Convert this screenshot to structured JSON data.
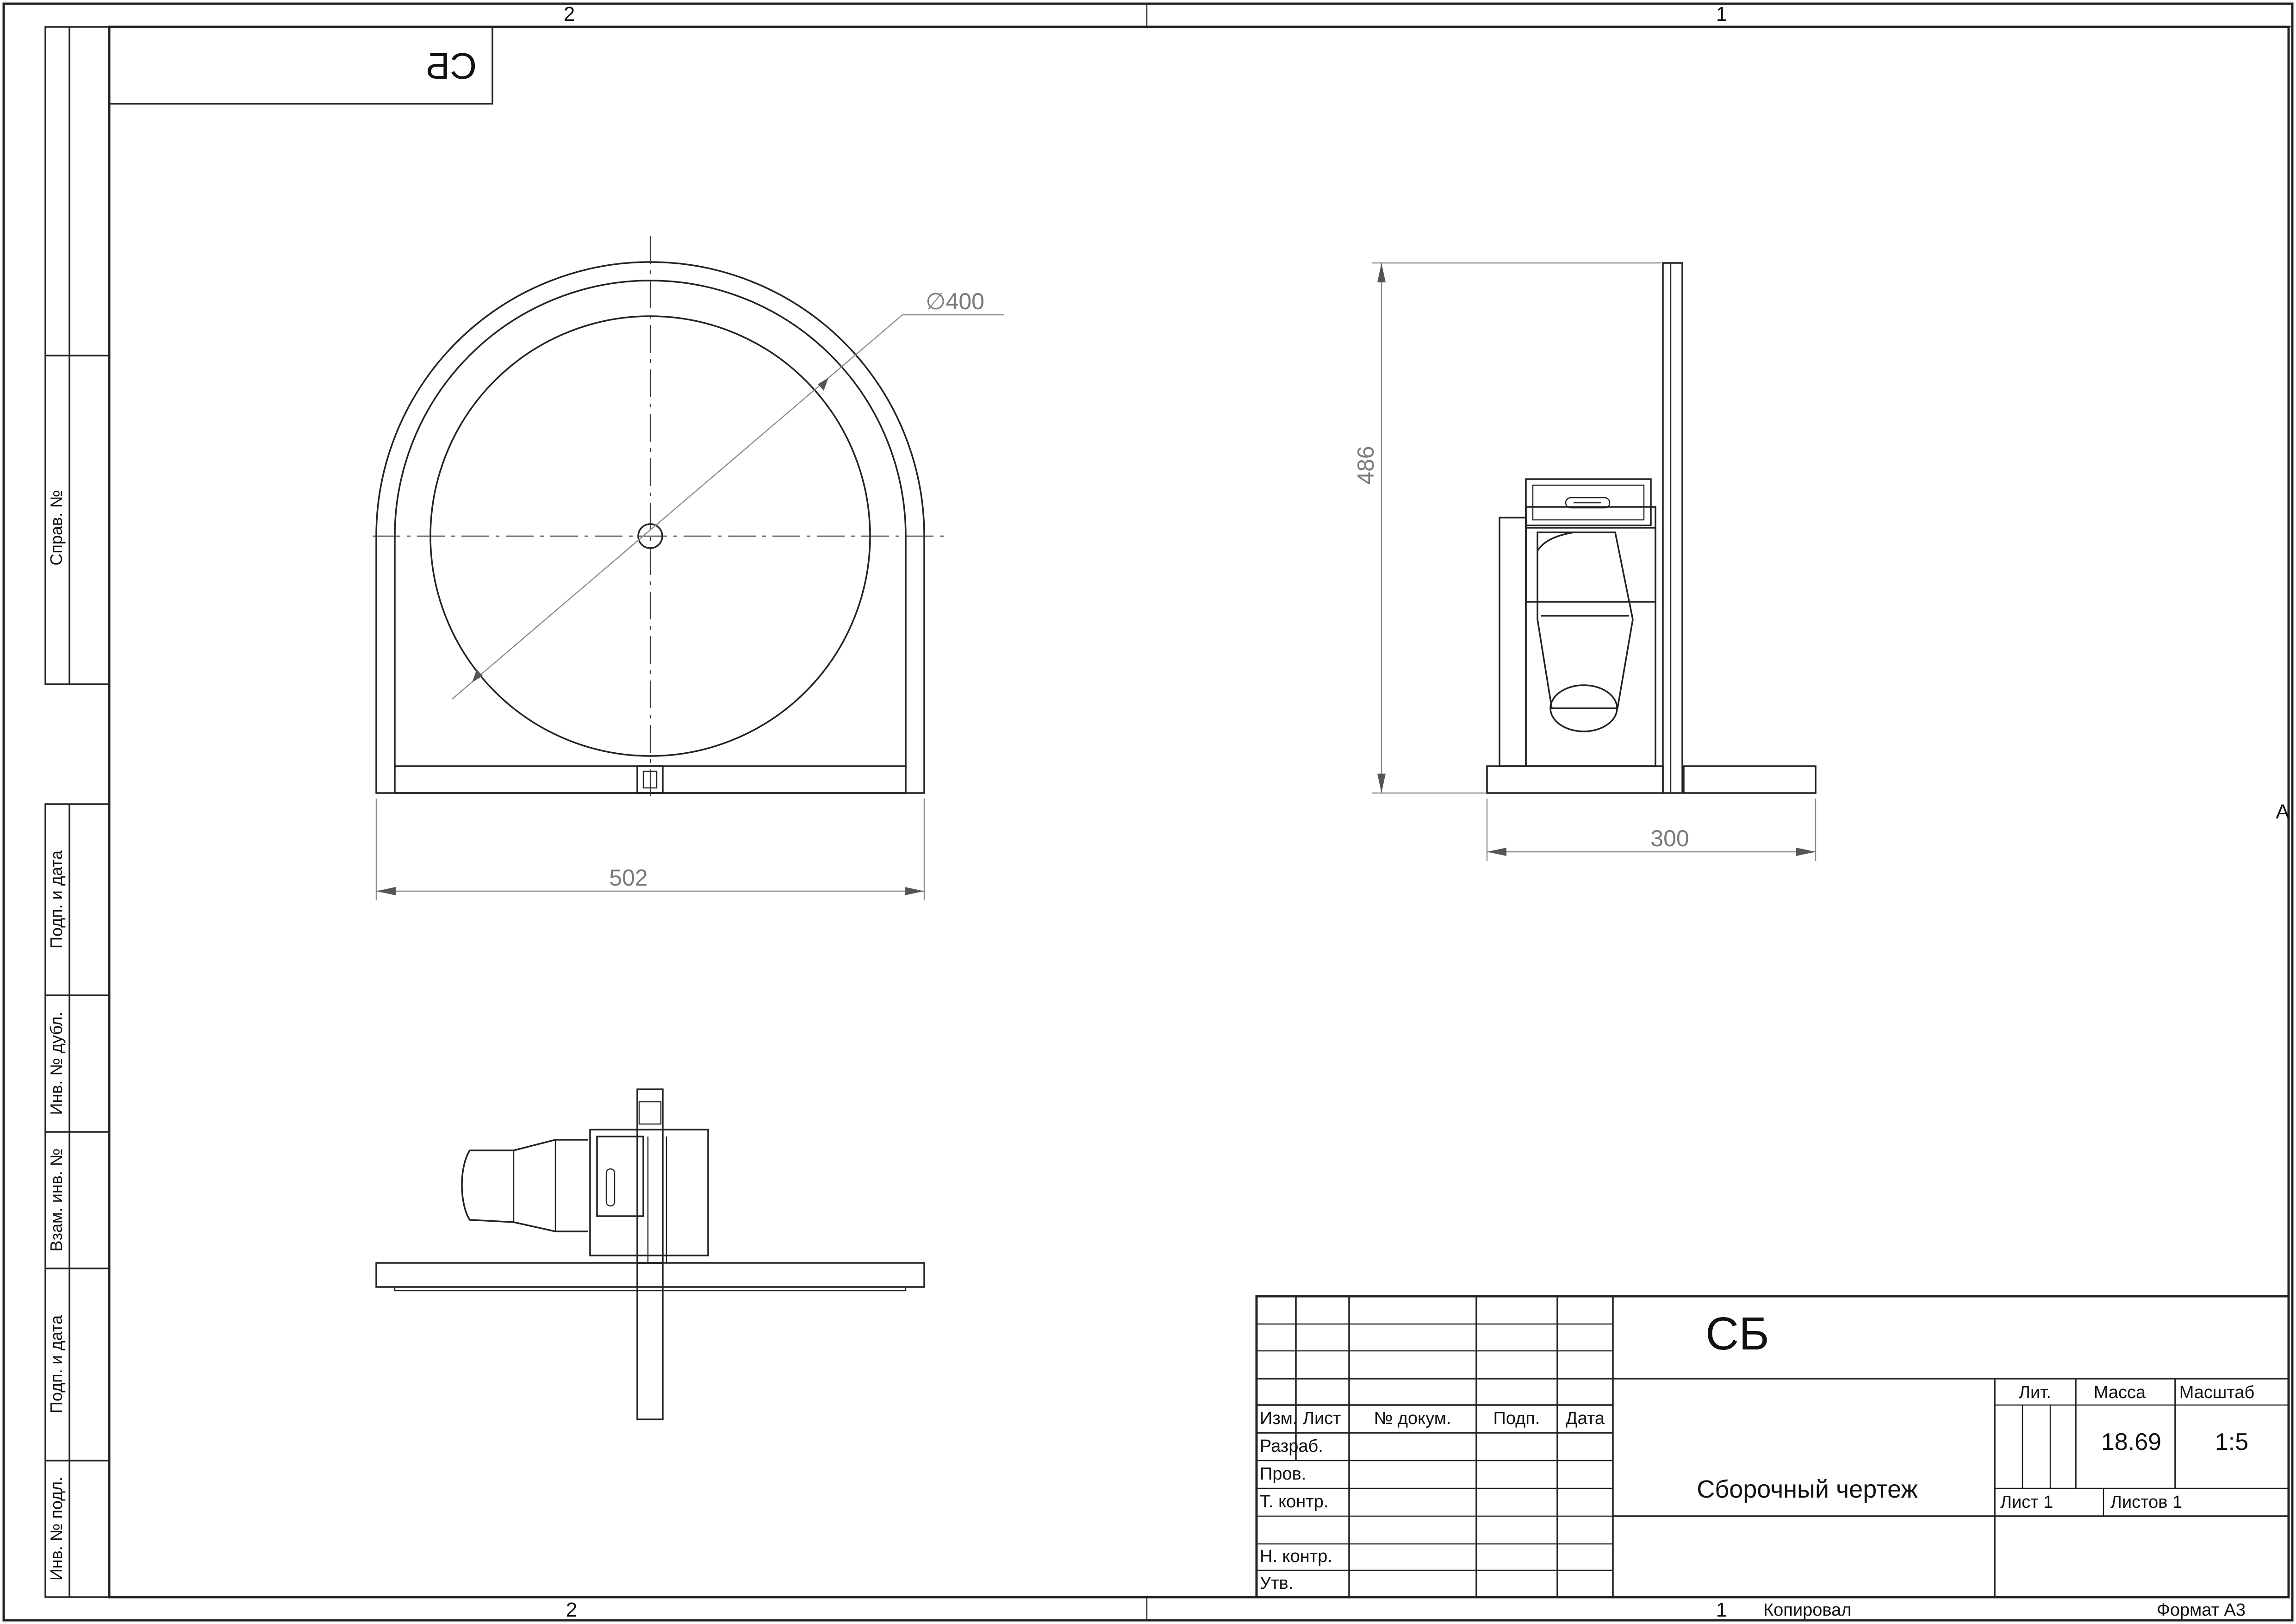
{
  "sheet": {
    "zone_top_left": "2",
    "zone_top_right": "1",
    "zone_bottom_left": "2",
    "zone_bottom_right": "1",
    "zone_row": "A",
    "mirrored_code": "СБ"
  },
  "side_stamps": {
    "sprav": "Справ. №",
    "podp_data_1": "Подп. и дата",
    "inv_dubl": "Инв. № дубл.",
    "vzam_inv": "Взам. инв. №",
    "podp_data_2": "Подп. и дата",
    "inv_podl": "Инв. № подл."
  },
  "dimensions": {
    "diameter": "∅400",
    "width_front": "502",
    "height_side": "486",
    "width_side": "300"
  },
  "title_block": {
    "designation": "СБ",
    "doc_title": "Сборочный чертеж",
    "headers": {
      "izm": "Изм.",
      "list": "Лист",
      "doc_no": "№ докум.",
      "podp": "Подп.",
      "data": "Дата"
    },
    "roles": {
      "razrab": "Разраб.",
      "prov": "Пров.",
      "t_kontr": "Т. контр.",
      "n_kontr": "Н. контр.",
      "utv": "Утв."
    },
    "lit_label": "Лит.",
    "massa_label": "Масса",
    "masshtab_label": "Масштаб",
    "massa_value": "18.69",
    "masshtab_value": "1:5",
    "sheet_label": "Лист 1",
    "sheets_label": "Листов 1",
    "kopiroval": "Копировал",
    "format": "Формат А3"
  }
}
